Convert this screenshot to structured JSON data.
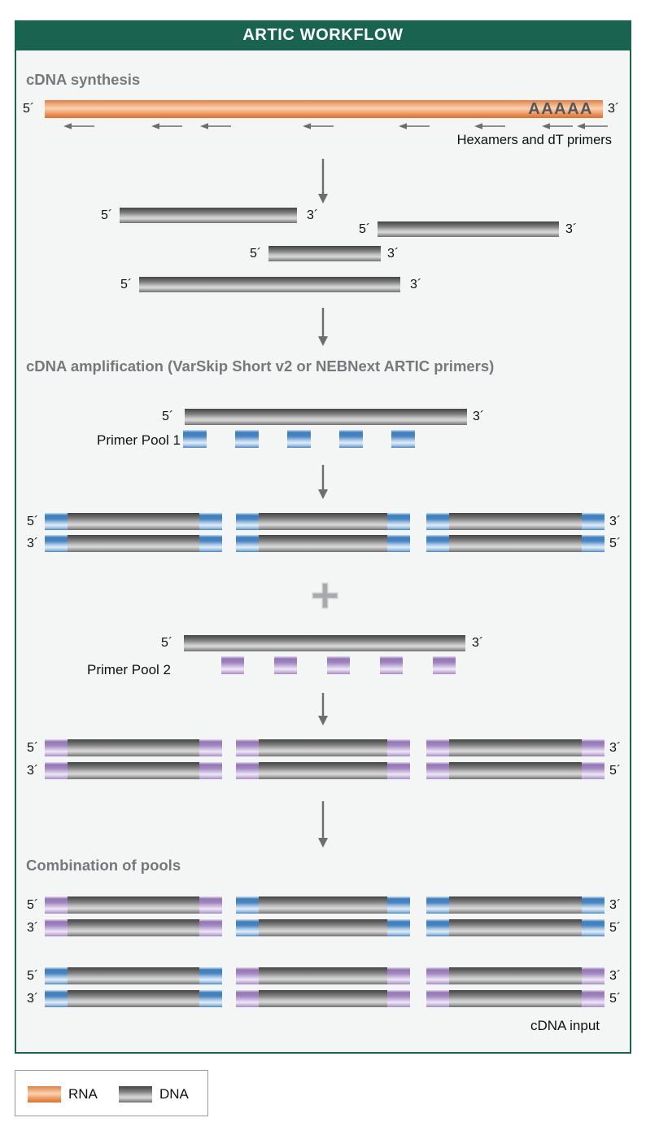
{
  "title": "ARTIC WORKFLOW",
  "labels": {
    "five_prime": "5´",
    "three_prime": "3´"
  },
  "sections": {
    "synthesis": {
      "heading": "cDNA synthesis",
      "poly_a": "AAAAA",
      "primer_annotation": "Hexamers and dT primers"
    },
    "amplification": {
      "heading": "cDNA amplification (VarSkip Short v2 or NEBNext ARTIC primers)",
      "pool1_label": "Primer Pool 1",
      "pool2_label": "Primer Pool 2"
    },
    "combination": {
      "heading": "Combination of pools",
      "cdna_input_label": "cDNA input"
    }
  },
  "legend": {
    "rna_label": "RNA",
    "dna_label": "DNA"
  },
  "colors": {
    "header_green": "#1a6351",
    "panel_bg": "#f3f6f5",
    "heading_gray": "#77787b",
    "rna_orange": "#d87430",
    "dna_gray": "#6f6f6f",
    "pool1_blue": "#3e7ebc",
    "pool2_purple": "#9376b3",
    "arrow_gray": "#6d6d6f",
    "plus_gray": "#a7a9ac"
  },
  "diagram": {
    "rna_strand": {
      "left_end": "5´",
      "right_end": "3´",
      "poly_a_tail": "AAAAA",
      "primer_arrow_count": 8
    },
    "cdna_fragment_count": 4,
    "primer_pools": [
      {
        "name": "Primer Pool 1",
        "color": "blue",
        "primer_count": 5
      },
      {
        "name": "Primer Pool 2",
        "color": "purple",
        "primer_count": 5
      }
    ],
    "amplicon_groups": [
      {
        "pool": "Primer Pool 1",
        "columns": [
          "blue",
          "blue",
          "blue"
        ]
      },
      {
        "pool": "Primer Pool 2",
        "columns": [
          "purple",
          "purple",
          "purple"
        ]
      }
    ],
    "combination_rows": [
      [
        "purple",
        "blue",
        "blue"
      ],
      [
        "blue",
        "purple",
        "purple"
      ]
    ]
  }
}
